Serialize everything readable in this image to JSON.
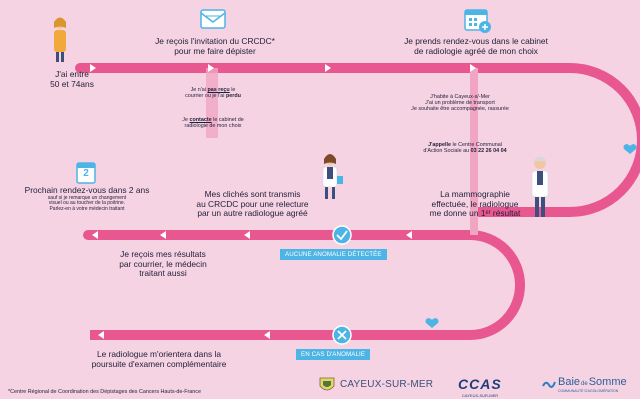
{
  "colors": {
    "background": "#f6d3e2",
    "track": "#e8578f",
    "track_dark": "#c8356f",
    "accent_blue": "#4db4e6",
    "text": "#1f1f3a"
  },
  "steps": {
    "age_line1": "J'ai entre",
    "age_line2": "50 et 74ans",
    "invitation_line1": "Je reçois l'invitation du CRCDC*",
    "invitation_line2": "pour me faire dépister",
    "not_received_1": "Je n'ai ",
    "not_received_bold": "pas reçu",
    "not_received_2": " le",
    "not_received_line2a": "courrier ou je l'ai ",
    "not_received_line2b": "perdu",
    "contact_1": "Je ",
    "contact_bold": "contacte",
    "contact_2": " le cabinet de",
    "contact_line2": "radiologie de mon choix",
    "appointment_line1": "Je prends rendez-vous dans le cabinet",
    "appointment_line2": "de radiologie agréé de mon choix",
    "cayeux_line1": "J'habite à Cayeux-s/-Mer",
    "cayeux_line2": "J'ai un problème de transport",
    "cayeux_line3": "Je souhaite être accompagnée, rassurée",
    "call_bold": "J'appelle",
    "call_rest": " le Centre Communal",
    "call_line2a": "d'Action Sociale au ",
    "call_phone": "03 22 26 04 04",
    "mammo_line1": "La mammographie",
    "mammo_line2": "effectuée, le radiologue",
    "mammo_line3": "me donne un 1ᵉʳ résultat",
    "transmit_line1": "Mes clichés sont transmis",
    "transmit_line2": "au CRCDC pour une relecture",
    "transmit_line3": "par un autre radiologue agréé",
    "next_line1": "Prochain rendez-vous dans 2 ans",
    "next_small1": "sauf si je remarque un changement",
    "next_small2": "visuel ou au toucher de la poitrine.",
    "next_small3": "Parlez-en à votre médecin traitant",
    "results_line1": "Je reçois mes résultats",
    "results_line2": "par courrier, le médecin",
    "results_line3": "traitant aussi",
    "orient_line1": "Le radiologue m'orientera dans la",
    "orient_line2": "poursuite d'examen complémentaire"
  },
  "badges": {
    "no_anomaly": "AUCUNE ANOMALIE DÉTECTÉE",
    "anomaly": "EN CAS D'ANOMALIE"
  },
  "calendar_number": "2",
  "footnote": "*Centre Régional de Coordination des Dépistages des Cancers Hauts-de-France",
  "logos": {
    "cayeux": "CAYEUX-SUR-MER",
    "ccas": "CCAS",
    "ccas_sub": "CAYEUX-SUR-MER",
    "bds_main": "Baie",
    "bds_de": "de",
    "bds_somme": "Somme",
    "bds_sub": "COMMUNAUTÉ D'AGGLOMÉRATION"
  }
}
